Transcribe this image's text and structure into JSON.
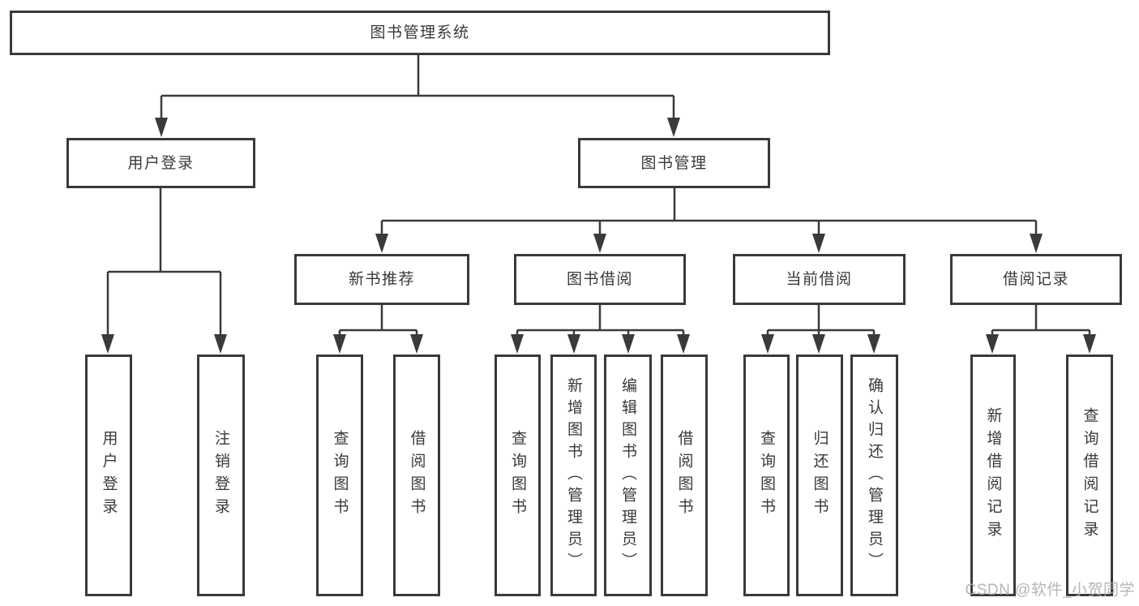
{
  "diagram_title": "图书管理系统",
  "watermark": "CSDN @软件_小贺同学",
  "colors": {
    "line": "#3a3a3a",
    "text": "#37393f",
    "background": "#ffffff"
  },
  "nodes": {
    "root": {
      "label": "图书管理系统"
    },
    "login": {
      "label": "用户登录"
    },
    "mgmt": {
      "label": "图书管理"
    },
    "rec": {
      "label": "新书推荐"
    },
    "borrow": {
      "label": "图书借阅"
    },
    "current": {
      "label": "当前借阅"
    },
    "records": {
      "label": "借阅记录"
    },
    "login_user": {
      "label": "用户登录"
    },
    "login_logout": {
      "label": "注销登录"
    },
    "rec_query": {
      "label": "查询图书"
    },
    "rec_borrow": {
      "label": "借阅图书"
    },
    "bor_query": {
      "label": "查询图书"
    },
    "bor_add": {
      "label": "新增图书（管理员）"
    },
    "bor_edit": {
      "label": "编辑图书（管理员）"
    },
    "bor_borrow": {
      "label": "借阅图书"
    },
    "cur_query": {
      "label": "查询图书"
    },
    "cur_return": {
      "label": "归还图书"
    },
    "cur_confirm": {
      "label": "确认归还（管理员）"
    },
    "recs_add": {
      "label": "新增借阅记录"
    },
    "recs_query": {
      "label": "查询借阅记录"
    }
  },
  "hierarchy": {
    "图书管理系统": [
      "用户登录",
      "图书管理"
    ],
    "用户登录": [
      "用户登录",
      "注销登录"
    ],
    "图书管理": [
      "新书推荐",
      "图书借阅",
      "当前借阅",
      "借阅记录"
    ],
    "新书推荐": [
      "查询图书",
      "借阅图书"
    ],
    "图书借阅": [
      "查询图书",
      "新增图书（管理员）",
      "编辑图书（管理员）",
      "借阅图书"
    ],
    "当前借阅": [
      "查询图书",
      "归还图书",
      "确认归还（管理员）"
    ],
    "借阅记录": [
      "新增借阅记录",
      "查询借阅记录"
    ]
  }
}
